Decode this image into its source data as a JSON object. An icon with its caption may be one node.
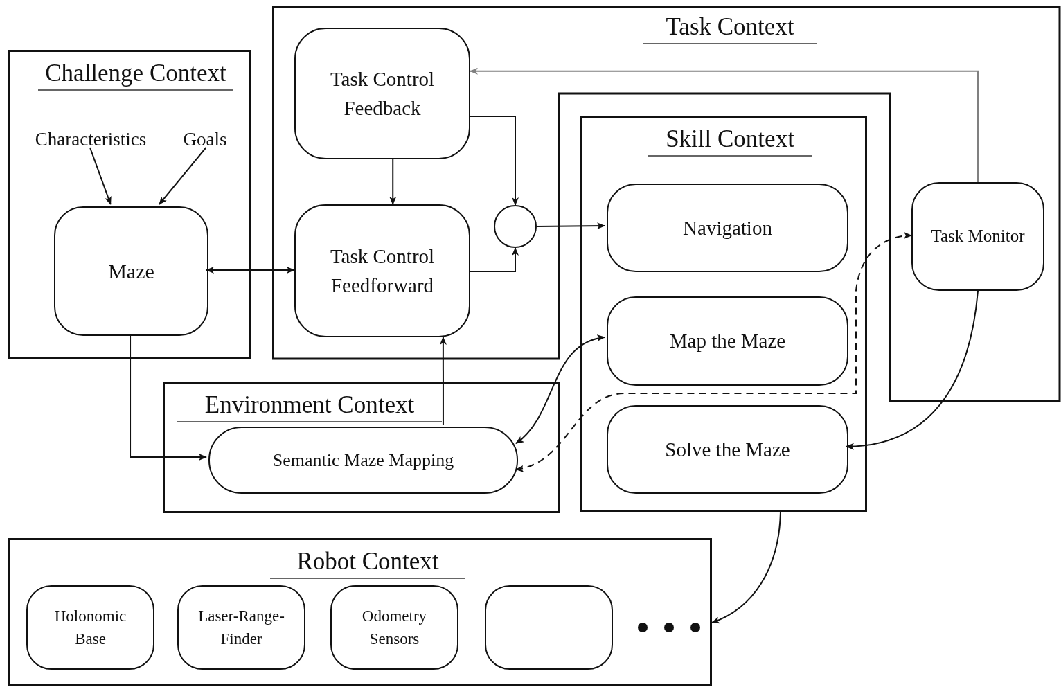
{
  "diagram": {
    "nodes": [
      {
        "text": [
          "Challenge Context"
        ]
      },
      {
        "text": [
          "Characteristics"
        ],
        "in": 0
      },
      {
        "text": [
          "Goals"
        ],
        "in": 0
      },
      {
        "text": [
          "Maze"
        ],
        "in": 0
      },
      {
        "text": [
          "Task Context"
        ]
      },
      {
        "text": [
          "Task Control Feedback"
        ],
        "in": 4
      },
      {
        "text": [
          "Task Control Feedforward"
        ],
        "in": 4
      },
      {
        "text": [],
        "shape": "circle",
        "in": 4
      },
      {
        "text": [
          "Task Monitor"
        ],
        "in": 4
      },
      {
        "text": [
          "Skill Context"
        ]
      },
      {
        "text": [
          "Navigation"
        ],
        "in": 9
      },
      {
        "text": [
          "Map the Maze"
        ],
        "in": 9
      },
      {
        "text": [
          "Solve the Maze"
        ],
        "in": 9
      },
      {
        "text": [
          "Environment Context"
        ]
      },
      {
        "text": [
          "Semantic Maze Mapping"
        ],
        "in": 13
      },
      {
        "text": [
          "Robot Context"
        ]
      },
      {
        "text": [
          "Holonomic Base"
        ],
        "in": 15
      },
      {
        "text": [
          "Laser-Range-Finder"
        ],
        "in": 15
      },
      {
        "text": [
          "Odometry Sensors"
        ],
        "in": 15
      },
      {
        "text": [],
        "shape": "box",
        "in": 15
      }
    ],
    "edges": [
      {
        "from": 1,
        "to": 3,
        "arrow": "to"
      },
      {
        "from": 2,
        "to": 3,
        "arrow": "to"
      },
      {
        "from": 3,
        "to": 6,
        "arrow": "both"
      },
      {
        "from": 3,
        "to": 14,
        "arrow": "to"
      },
      {
        "from": 5,
        "to": 6,
        "arrow": "to"
      },
      {
        "from": 5,
        "to": 7,
        "arrow": "to"
      },
      {
        "from": 6,
        "to": 7,
        "arrow": "to"
      },
      {
        "from": 7,
        "to": 10,
        "arrow": "to"
      },
      {
        "from": 8,
        "to": 5,
        "arrow": "to",
        "color": "#808080"
      },
      {
        "from": 14,
        "to": 6,
        "arrow": "to"
      },
      {
        "from": 14,
        "to": 11,
        "arrow": "both"
      },
      {
        "from": 8,
        "to": 12,
        "arrow": "to"
      },
      {
        "from": 14,
        "to": 8,
        "arrow": "both",
        "style": "dashed"
      },
      {
        "from": 9,
        "to": 15,
        "arrow": "to"
      }
    ]
  }
}
